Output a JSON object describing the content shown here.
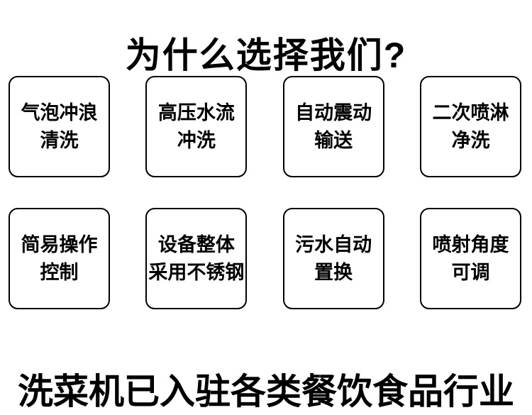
{
  "page": {
    "title": "为什么选择我们?",
    "footer_title": "洗菜机已入驻各类餐饮食品行业"
  },
  "features": [
    {
      "line1": "气泡冲浪",
      "line2": "清洗"
    },
    {
      "line1": "高压水流",
      "line2": "冲洗"
    },
    {
      "line1": "自动震动",
      "line2": "输送"
    },
    {
      "line1": "二次喷淋",
      "line2": "净洗"
    },
    {
      "line1": "简易操作",
      "line2": "控制"
    },
    {
      "line1": "设备整体",
      "line2": "采用不锈钢"
    },
    {
      "line1": "污水自动",
      "line2": "置换"
    },
    {
      "line1": "喷射角度",
      "line2": "可调"
    }
  ],
  "colors": {
    "text": "#000000",
    "card_border": "#000000",
    "background": "#ffffff"
  }
}
